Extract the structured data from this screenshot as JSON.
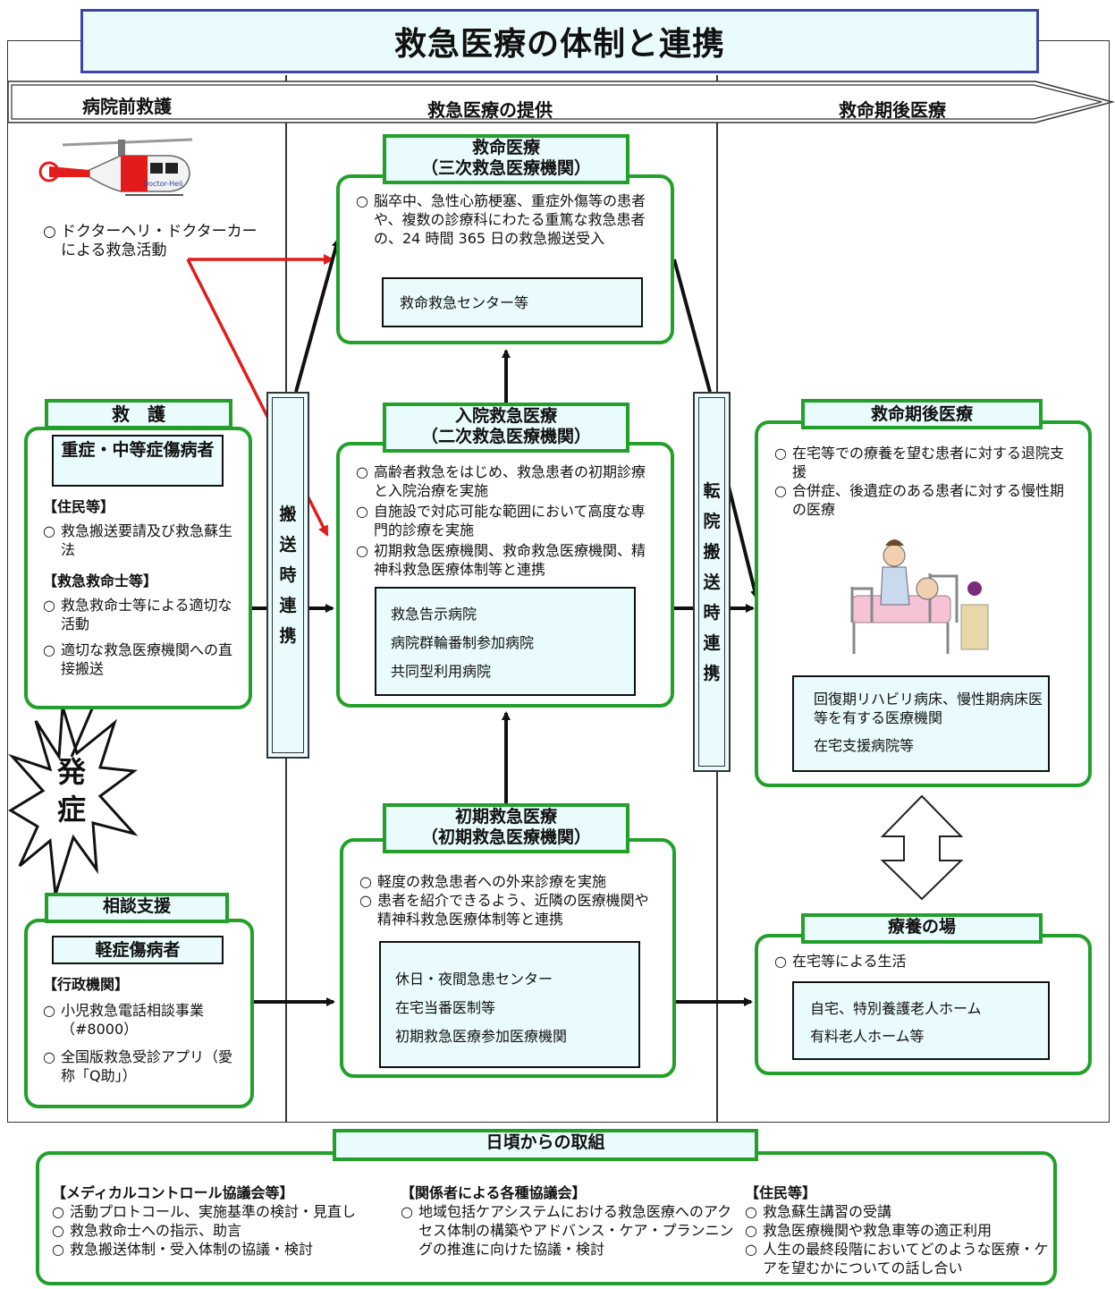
{
  "title": "救急医療の体制と連携",
  "phases": [
    "病院前救護",
    "救急医療の提供",
    "救命期後医療"
  ],
  "drheli": {
    "icon": "helicopter-icon",
    "text": "ドクターヘリ・ドクターカーによる救急活動",
    "heli_label": "Doctor-Heli"
  },
  "kyugo": {
    "title": "救　護",
    "patient": "重症・中等症傷病者",
    "groups": [
      {
        "header": "【住民等】",
        "items": [
          "救急搬送要請及び救急蘇生法"
        ]
      },
      {
        "header": "【救急救命士等】",
        "items": [
          "救急救命士等による適切な活動",
          "適切な救急医療機関への直接搬送"
        ]
      }
    ]
  },
  "soudan": {
    "title": "相談支援",
    "patient": "軽症傷病者",
    "groups": [
      {
        "header": "【行政機関】",
        "items": [
          "小児救急電話相談事業（#8000）",
          "全国版救急受診アプリ（愛称「Q助」）"
        ]
      }
    ]
  },
  "onset": {
    "label": "発症"
  },
  "transport_bar_left": {
    "chars": [
      "搬",
      "送",
      "時",
      "連",
      "携"
    ]
  },
  "transport_bar_right": {
    "chars": [
      "転",
      "院",
      "搬",
      "送",
      "時",
      "連",
      "携"
    ]
  },
  "tertiary": {
    "title1": "救命医療",
    "title2": "（三次救急医療機関）",
    "items": [
      "脳卒中、急性心筋梗塞、重症外傷等の患者や、複数の診療科にわたる重篤な救急患者の、24 時間 365 日の救急搬送受入"
    ],
    "facilities": [
      "救命救急センター等"
    ]
  },
  "secondary": {
    "title1": "入院救急医療",
    "title2": "（二次救急医療機関）",
    "items": [
      "高齢者救急をはじめ、救急患者の初期診療と入院治療を実施",
      "自施設で対応可能な範囲において高度な専門的診療を実施",
      "初期救急医療機関、救命救急医療機関、精神科救急医療体制等と連携"
    ],
    "facilities": [
      "救急告示病院",
      "病院群輪番制参加病院",
      "共同型利用病院"
    ]
  },
  "primary": {
    "title1": "初期救急医療",
    "title2": "（初期救急医療機関）",
    "items": [
      "軽度の救急患者への外来診療を実施",
      "患者を紹介できるよう、近隣の医療機関や精神科救急医療体制等と連携"
    ],
    "facilities": [
      "休日・夜間急患センター",
      "在宅当番医制等",
      "初期救急医療参加医療機関"
    ]
  },
  "postcare": {
    "title": "救命期後医療",
    "items": [
      "在宅等での療養を望む患者に対する退院支援",
      "合併症、後遺症のある患者に対する慢性期の医療"
    ],
    "facilities": [
      "回復期リハビリ病床、慢性期病床医等を有する医療機関",
      "在宅支援病院等"
    ],
    "illustration": "nurse-bed-icon"
  },
  "ryouyou": {
    "title": "療養の場",
    "items": [
      "在宅等による生活"
    ],
    "facilities": [
      "自宅、特別養護老人ホーム",
      "有料老人ホーム等"
    ]
  },
  "daily": {
    "title": "日頃からの取組",
    "columns": [
      {
        "header": "【メディカルコントロール協議会等】",
        "items": [
          "活動プロトコール、実施基準の検討・見直し",
          "救急救命士への指示、助言",
          "救急搬送体制・受入体制の協議・検討"
        ]
      },
      {
        "header": "【関係者による各種協議会】",
        "items": [
          "地域包括ケアシステムにおける救急医療へのアクセス体制の構築やアドバンス・ケア・プランニングの推進に向けた協議・検討"
        ]
      },
      {
        "header": "【住民等】",
        "items": [
          "救急蘇生講習の受講",
          "救急医療機関や救急車等の適正利用",
          "人生の最終段階においてどのような医療・ケアを望むかについての話し合い"
        ]
      }
    ]
  },
  "bullet_symbol": "○",
  "colors": {
    "green": "#22a02a",
    "light_cyan": "#e9fbfd",
    "title_border": "#3b46a6",
    "red_arrow": "#e21b1b"
  }
}
